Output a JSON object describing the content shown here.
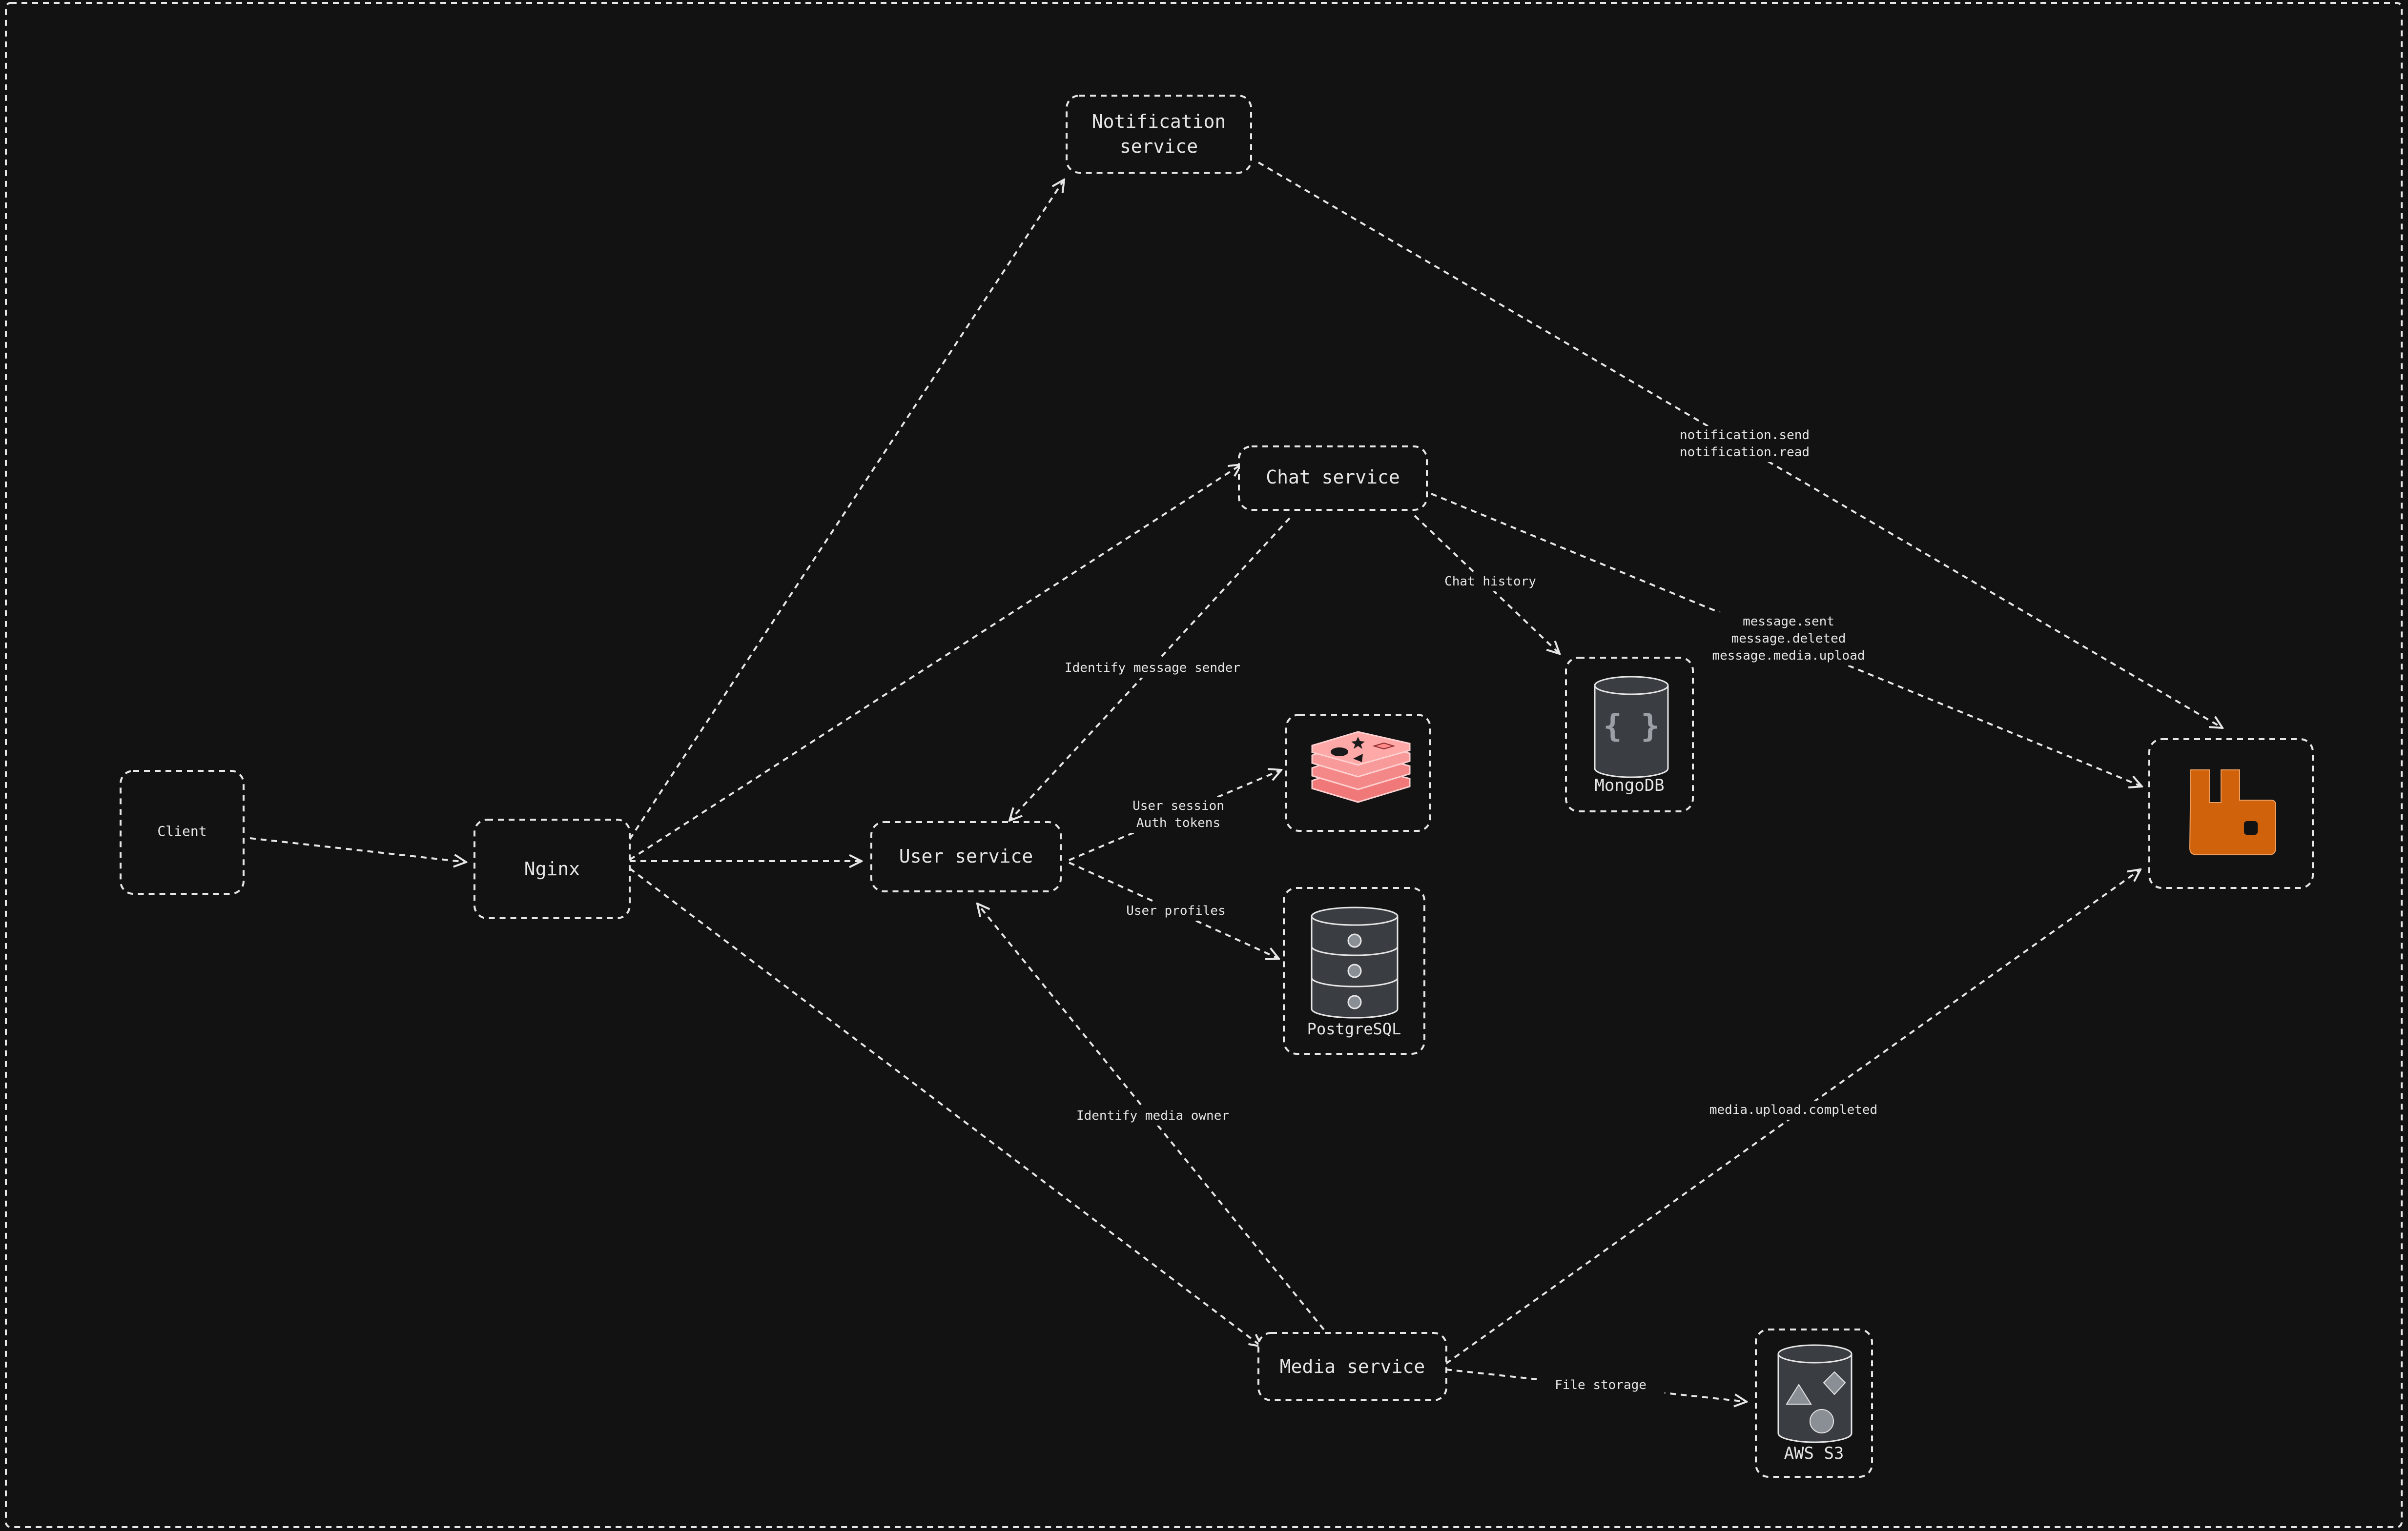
{
  "nodes": {
    "client": "Client",
    "nginx": "Nginx",
    "notification": "Notification\nservice",
    "chat": "Chat service",
    "user": "User service",
    "media": "Media service",
    "mongodb": "MongoDB",
    "postgresql": "PostgreSQL",
    "s3": "AWS S3",
    "redis_icon": "redis-icon",
    "rabbitmq_icon": "rabbitmq-icon"
  },
  "edges": {
    "notification_events": "notification.send\nnotification.read",
    "chat_history": "Chat history",
    "message_events": "message.sent\nmessage.deleted\nmessage.media.upload",
    "identify_sender": "Identify message sender",
    "user_session": "User session\nAuth tokens",
    "user_profiles": "User profiles",
    "identify_owner": "Identify media owner",
    "media_upload": "media.upload.completed",
    "file_storage": "File storage"
  },
  "colors": {
    "background": "#121212",
    "stroke": "#e6e6e6",
    "redis": "#ff8a8a",
    "rabbitmq": "#d0620c",
    "db_fill": "#3a3d42"
  }
}
